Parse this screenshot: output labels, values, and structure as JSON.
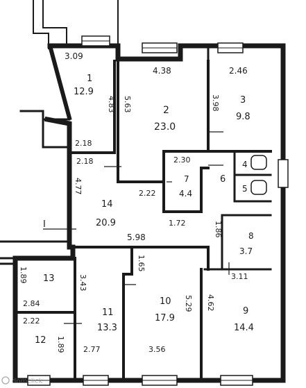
{
  "rooms": [
    {
      "id": "1",
      "number": "1",
      "area": "12.9"
    },
    {
      "id": "2",
      "number": "2",
      "area": "23.0"
    },
    {
      "id": "3",
      "number": "3",
      "area": "9.8"
    },
    {
      "id": "4",
      "number": "4",
      "area": ""
    },
    {
      "id": "5",
      "number": "5",
      "area": ""
    },
    {
      "id": "6",
      "number": "6",
      "area": ""
    },
    {
      "id": "7",
      "number": "7",
      "area": "4.4"
    },
    {
      "id": "8",
      "number": "8",
      "area": "3.7"
    },
    {
      "id": "9",
      "number": "9",
      "area": "14.4"
    },
    {
      "id": "10",
      "number": "10",
      "area": "17.9"
    },
    {
      "id": "11",
      "number": "11",
      "area": "13.3"
    },
    {
      "id": "12",
      "number": "12",
      "area": ""
    },
    {
      "id": "13",
      "number": "13",
      "area": ""
    },
    {
      "id": "14",
      "number": "14",
      "area": "20.9"
    }
  ],
  "dimensions": [
    {
      "id": "d-3-09",
      "text": "3.09"
    },
    {
      "id": "d-4-83",
      "text": "4.83"
    },
    {
      "id": "d-5-63",
      "text": "5.63"
    },
    {
      "id": "d-4-38",
      "text": "4.38"
    },
    {
      "id": "d-2-46",
      "text": "2.46"
    },
    {
      "id": "d-3-98",
      "text": "3.98"
    },
    {
      "id": "d-2-18-top",
      "text": "2.18"
    },
    {
      "id": "d-2-18",
      "text": "2.18"
    },
    {
      "id": "d-2-30",
      "text": "2.30"
    },
    {
      "id": "d-4-77",
      "text": "4.77"
    },
    {
      "id": "d-2-22",
      "text": "2.22"
    },
    {
      "id": "d-1-72",
      "text": "1.72"
    },
    {
      "id": "d-1-86",
      "text": "1.86"
    },
    {
      "id": "d-5-98",
      "text": "5.98"
    },
    {
      "id": "d-1-65",
      "text": "1.65"
    },
    {
      "id": "d-3-43",
      "text": "3.43"
    },
    {
      "id": "d-1-89-top",
      "text": "1.89"
    },
    {
      "id": "d-2-84",
      "text": "2.84"
    },
    {
      "id": "d-2-22-b",
      "text": "2.22"
    },
    {
      "id": "d-1-89",
      "text": "1.89"
    },
    {
      "id": "d-2-77",
      "text": "2.77"
    },
    {
      "id": "d-3-56",
      "text": "3.56"
    },
    {
      "id": "d-5-29",
      "text": "5.29"
    },
    {
      "id": "d-4-62",
      "text": "4.62"
    },
    {
      "id": "d-3-11",
      "text": "3.11"
    }
  ],
  "markers": {
    "section": "I"
  },
  "watermark": "domclick"
}
